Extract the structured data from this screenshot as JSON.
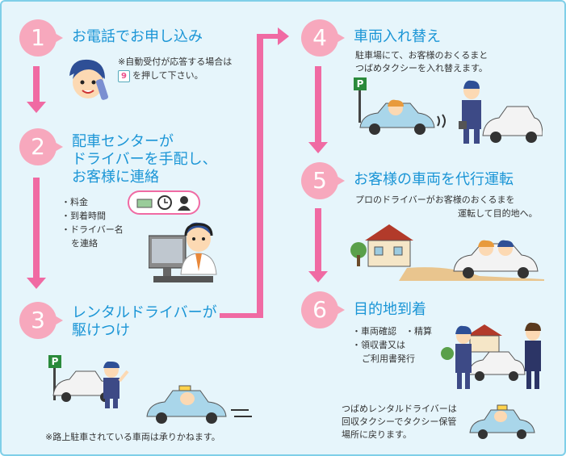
{
  "steps": [
    {
      "num": "1",
      "title": [
        "お電話でお申し込み"
      ]
    },
    {
      "num": "2",
      "title": [
        "配車センターが",
        "ドライバーを手配し、",
        "お客様に連絡"
      ]
    },
    {
      "num": "3",
      "title": [
        "レンタルドライバーが",
        "駆けつけ"
      ]
    },
    {
      "num": "4",
      "title": [
        "車両入れ替え"
      ]
    },
    {
      "num": "5",
      "title": [
        "お客様の車両を代行運転"
      ]
    },
    {
      "num": "6",
      "title": [
        "目的地到着"
      ]
    }
  ],
  "step1": {
    "note_line1": "※自動受付が応答する場合は",
    "key": "9",
    "note_line2": "を押して下さい。"
  },
  "step2": {
    "items": [
      "料金",
      "到着時間",
      "ドライバー名"
    ],
    "tail": "を連絡"
  },
  "step3": {
    "note": "※路上駐車されている車両は承りかねます。"
  },
  "step4": {
    "desc": [
      "駐車場にて、お客様のおくるまと",
      "つばめタクシーを入れ替えます。"
    ]
  },
  "step5": {
    "desc": [
      "プロのドライバーがお客様のおくるまを",
      "運転して目的地へ。"
    ]
  },
  "step6": {
    "items": [
      "車両確認　・精算",
      "領収書又は"
    ],
    "tail": "ご利用書発行",
    "footer": [
      "つばめレンタルドライバーは",
      "回収タクシーでタクシー保管",
      "場所に戻ります。"
    ]
  },
  "parking_sign": "P",
  "colors": {
    "accent": "#f06aa3",
    "title": "#1a95d6",
    "badge": "#f7a8bd",
    "background": "#e6f5fb"
  }
}
